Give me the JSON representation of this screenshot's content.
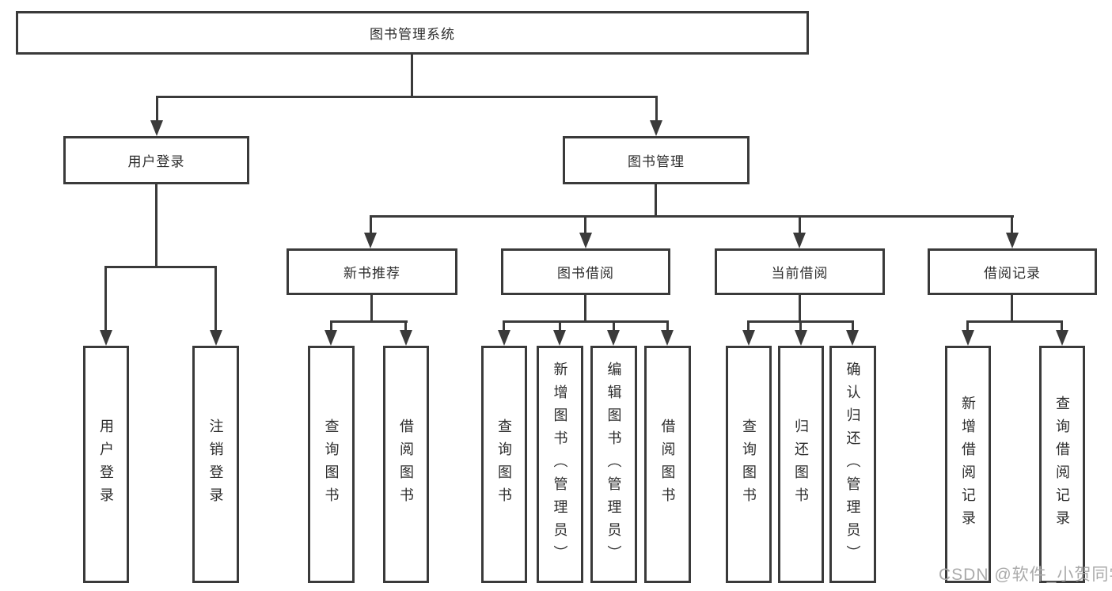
{
  "tree": {
    "root": "图书管理系统",
    "branches": [
      {
        "label": "用户登录",
        "children": [
          "用户登录",
          "注销登录"
        ]
      },
      {
        "label": "图书管理",
        "children": [
          {
            "label": "新书推荐",
            "children": [
              "查询图书",
              "借阅图书"
            ]
          },
          {
            "label": "图书借阅",
            "children": [
              "查询图书",
              "新增图书（管理员）",
              "编辑图书（管理员）",
              "借阅图书"
            ]
          },
          {
            "label": "当前借阅",
            "children": [
              "查询图书",
              "归还图书",
              "确认归还（管理员）"
            ]
          },
          {
            "label": "借阅记录",
            "children": [
              "新增借阅记录",
              "查询借阅记录"
            ]
          }
        ]
      }
    ]
  },
  "watermark": "CSDN @软件_小贺同学",
  "colors": {
    "line": "#3a3a3a",
    "text": "#2d2d2d",
    "watermark": "#aaaaaa",
    "background": "#ffffff"
  }
}
